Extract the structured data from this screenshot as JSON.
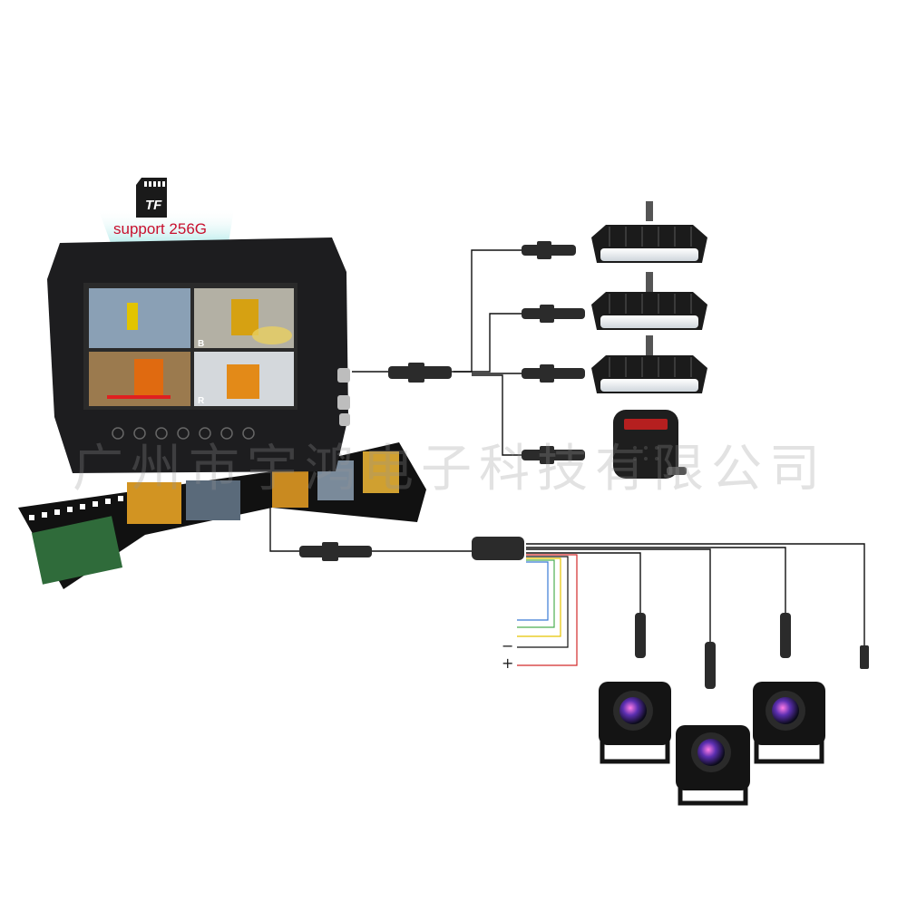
{
  "tf_card": {
    "chip_text": "TF",
    "support_text": "support 256G"
  },
  "watermark": "广州市宇鸿电子科技有限公司",
  "monitor": {
    "channel_labels": [
      "B",
      "R"
    ]
  },
  "power_wires": {
    "negative": "−",
    "positive": "+"
  },
  "colors": {
    "frame": "#1d1d1f",
    "screen_bg": "#2a2a2a",
    "wire": "#111111",
    "power_red": "#d22a2a",
    "power_yellow": "#e5c300",
    "power_green": "#4caf50",
    "power_blue": "#3a7bd5",
    "banner_fade": "#bfeeee",
    "support_text": "#c8102e"
  },
  "icons": [
    "sd-card-icon",
    "monitor-icon",
    "work-light-icon",
    "speaker-icon",
    "camera-icon",
    "connector-icon",
    "film-strip-icon"
  ]
}
